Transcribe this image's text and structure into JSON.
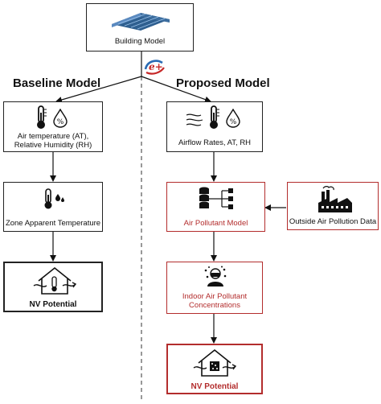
{
  "building_model": {
    "label": "Building Model"
  },
  "baseline": {
    "heading": "Baseline Model",
    "box1": {
      "line1": "Air temperature (AT),",
      "line2": "Relative Humidity (RH)"
    },
    "box2": {
      "label": "Zone Apparent Temperature"
    },
    "box3": {
      "label": "NV Potential"
    }
  },
  "proposed": {
    "heading": "Proposed Model",
    "box1": {
      "label": "Airflow Rates, AT, RH"
    },
    "box2": {
      "label": "Air Pollutant Model"
    },
    "outside": {
      "label": "Outside Air Pollution Data"
    },
    "box3": {
      "line1": "Indoor Air Pollutant",
      "line2": "Concentrations"
    },
    "box4": {
      "label": "NV Potential"
    }
  },
  "icons": {
    "percent_symbol": "%",
    "ep_logo": "e+",
    "names": [
      "building-model-icon",
      "energyplus-logo-icon",
      "thermometer-icon",
      "humidity-icon",
      "airflow-icon",
      "water-drops-icon",
      "database-network-icon",
      "factory-icon",
      "pollutant-icon",
      "house-ventilation-icon"
    ]
  },
  "colors": {
    "red_accent": "#b32d2d",
    "black": "#222222",
    "building_blue": "#3f6f9f"
  }
}
